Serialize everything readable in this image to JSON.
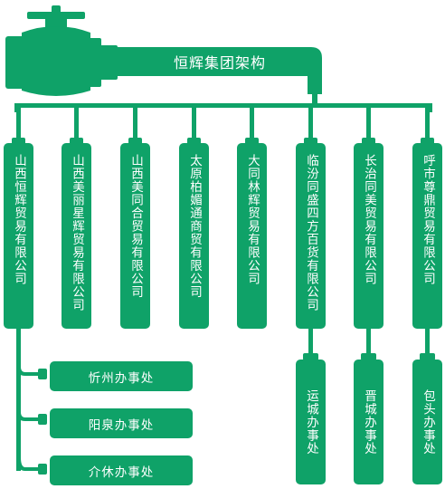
{
  "group": {
    "title": "恒辉集团架构"
  },
  "companies": [
    "山西恒辉贸易有限公司",
    "山西美丽星辉贸易有限公司",
    "山西美同合贸易有限公司",
    "太原柏媚通商贸有限公司",
    "大同林辉贸易有限公司",
    "临汾同盛四方百货有限公司",
    "长治同美贸易有限公司",
    "呼市尊鼎贸易有限公司"
  ],
  "offices_left": [
    "忻州办事处",
    "阳泉办事处",
    "介休办事处"
  ],
  "offices_bottom": [
    "运城办事处",
    "晋城办事处",
    "包头办事处"
  ],
  "colors": {
    "primary": "#0fa268",
    "valve": "#0c8f5b"
  },
  "icons": {
    "valve": "pipe-valve-icon"
  }
}
